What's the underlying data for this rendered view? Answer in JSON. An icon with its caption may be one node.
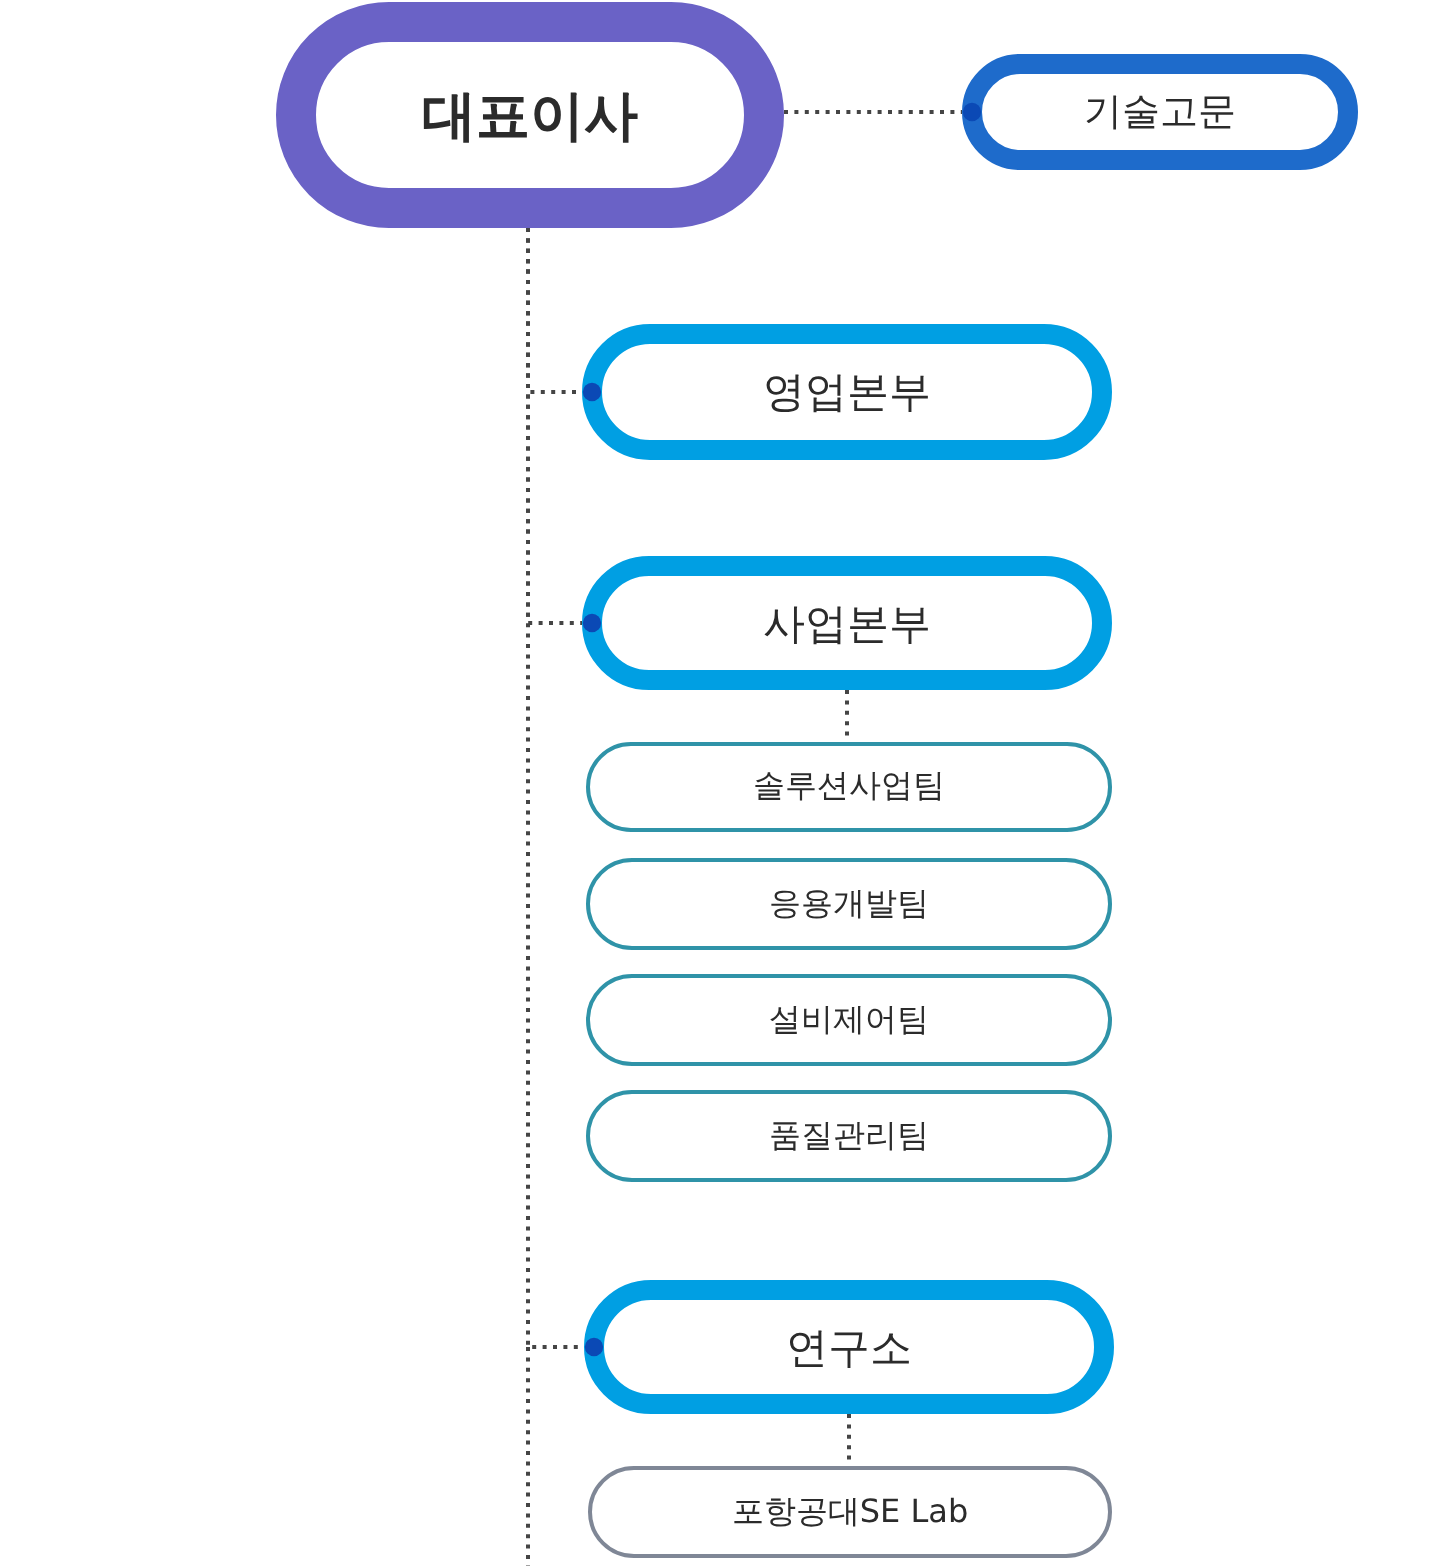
{
  "diagram": {
    "nodes": [
      {
        "text": [
          "대표이사"
        ]
      },
      {
        "text": [
          "기술고문"
        ]
      },
      {
        "text": [
          "영업본부"
        ]
      },
      {
        "text": [
          "사업본부"
        ]
      },
      {
        "text": [
          "솔루션사업팀"
        ]
      },
      {
        "text": [
          "응용개발팀"
        ]
      },
      {
        "text": [
          "설비제어팀"
        ]
      },
      {
        "text": [
          "품질관리팀"
        ]
      },
      {
        "text": [
          "연구소"
        ]
      },
      {
        "text": [
          "포항공대SE Lab"
        ]
      }
    ],
    "edges": [
      {
        "from": 0,
        "to": 1,
        "arrow": "other"
      },
      {
        "from": 0,
        "to": 2,
        "arrow": "other"
      },
      {
        "from": 0,
        "to": 3,
        "arrow": "other"
      },
      {
        "from": 0,
        "to": 8,
        "arrow": "other"
      },
      {
        "from": 3,
        "to": 4,
        "arrow": "none"
      },
      {
        "from": 8,
        "to": 9,
        "arrow": "none"
      }
    ]
  }
}
